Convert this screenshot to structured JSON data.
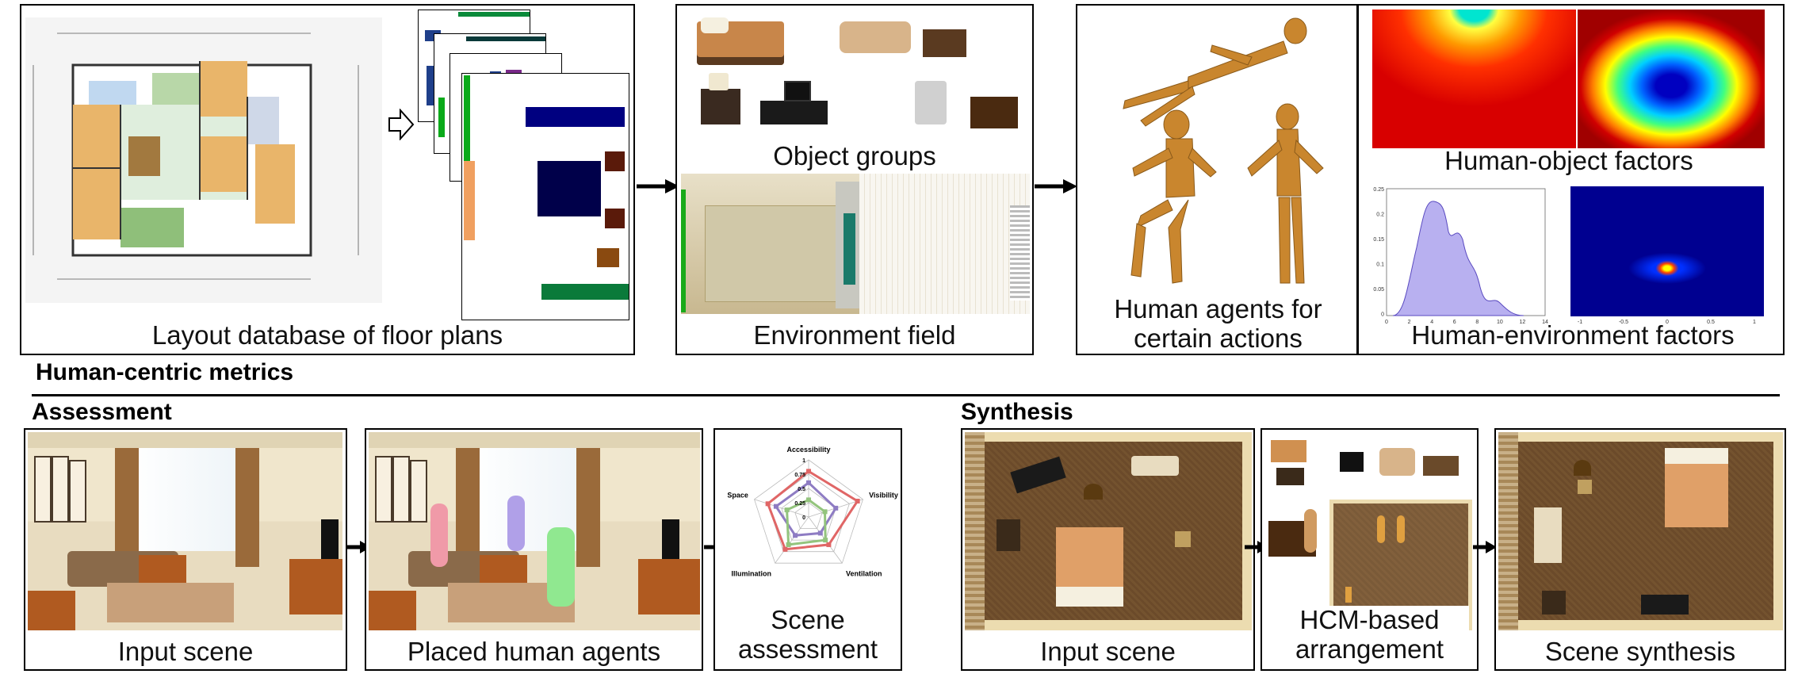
{
  "top": {
    "layout_caption": "Layout database of floor plans",
    "object_groups_caption": "Object groups",
    "environment_field_caption": "Environment field",
    "human_agents_caption": "Human agents for certain actions",
    "human_object_caption": "Human-object factors",
    "human_env_caption": "Human-environment factors"
  },
  "metrics_heading": "Human-centric metrics",
  "assessment": {
    "heading": "Assessment",
    "input_caption": "Input scene",
    "placed_caption": "Placed human agents",
    "scene_assessment_caption": "Scene assessment",
    "radar": {
      "axes": [
        "Accessibility",
        "Visibility",
        "Ventilation",
        "Illumination",
        "Space"
      ],
      "ticks": [
        "1",
        "0.75",
        "0.5",
        "0.25",
        "0"
      ],
      "series": [
        {
          "color": "#e06666",
          "values": [
            0.8,
            0.9,
            0.6,
            0.7,
            0.75
          ]
        },
        {
          "color": "#8e7cc3",
          "values": [
            0.6,
            0.5,
            0.35,
            0.4,
            0.6
          ]
        },
        {
          "color": "#93c47d",
          "values": [
            0.3,
            0.3,
            0.5,
            0.6,
            0.4
          ]
        }
      ]
    }
  },
  "synthesis": {
    "heading": "Synthesis",
    "input_caption": "Input scene",
    "hcm_caption": "HCM-based arrangement",
    "synth_caption": "Scene synthesis"
  },
  "factor_plot": {
    "x_ticks": [
      "0",
      "2",
      "4",
      "6",
      "8",
      "10",
      "12",
      "14"
    ],
    "y_ticks": [
      "0.25",
      "0.2",
      "0.15",
      "0.1",
      "0.05",
      "0"
    ]
  },
  "heatmap_plot": {
    "x_ticks": [
      "-1",
      "-0.5",
      "0",
      "0.5",
      "1"
    ]
  },
  "colors": {
    "floor_wood": "#6b4a2a",
    "wall": "#d8c8a0",
    "accent_blue": "#000080",
    "accent_green": "#0a8a3a"
  }
}
